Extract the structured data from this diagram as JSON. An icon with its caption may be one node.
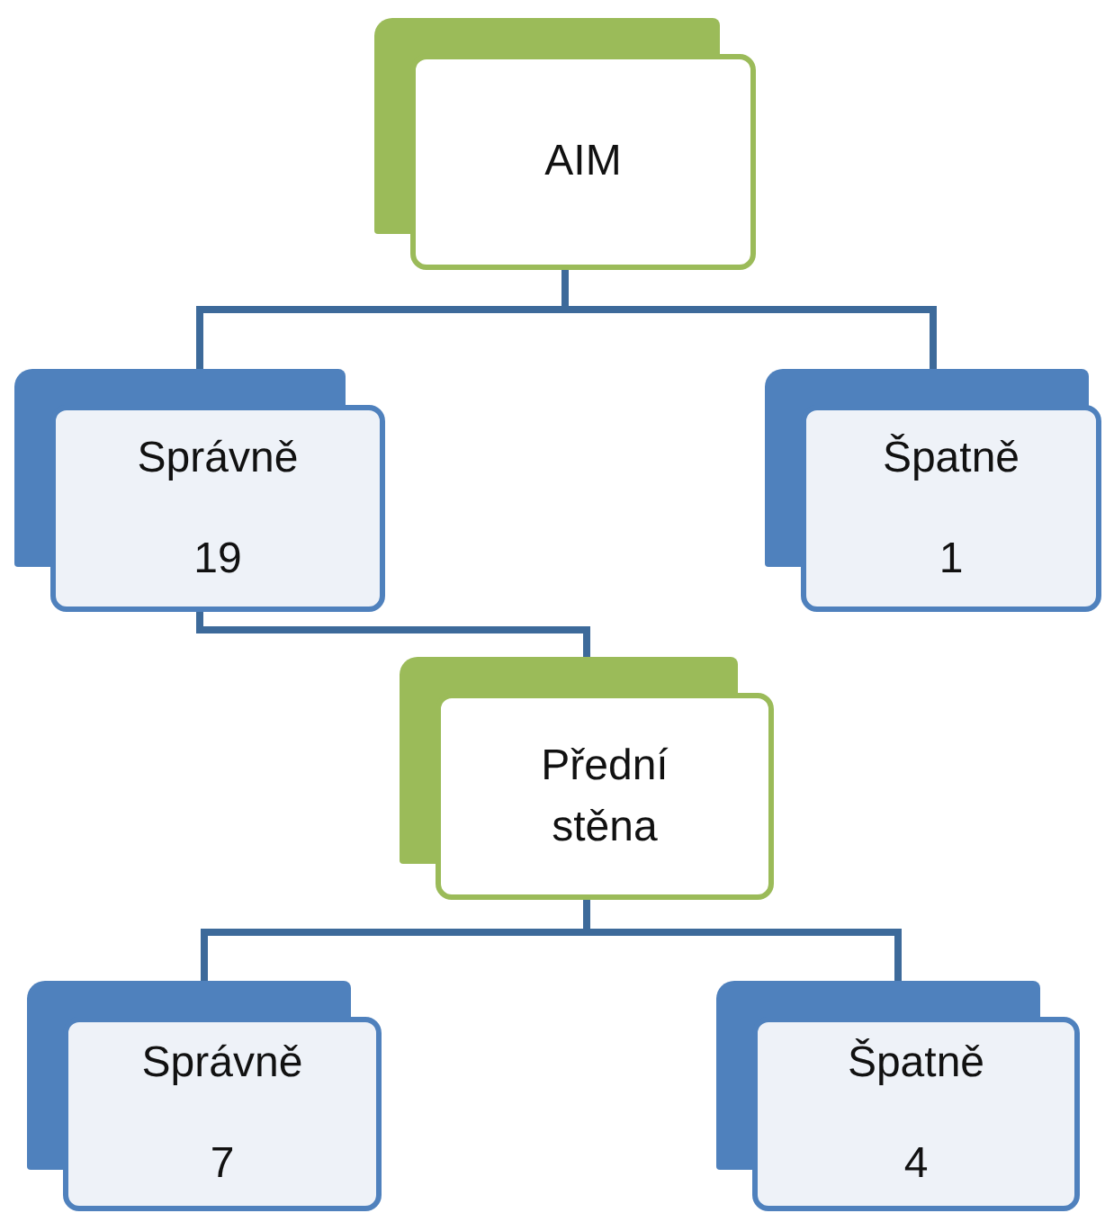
{
  "diagram": {
    "nodes": [
      {
        "text": [
          "AIM"
        ]
      },
      {
        "text": [
          "Správně",
          "19"
        ]
      },
      {
        "text": [
          "Špatně",
          "1"
        ]
      },
      {
        "text": [
          "Přední stěna"
        ]
      },
      {
        "text": [
          "Správně",
          "7"
        ]
      },
      {
        "text": [
          "Špatně",
          "4"
        ]
      }
    ],
    "edges": [
      {
        "from": 0,
        "to": 1,
        "arrow": "none"
      },
      {
        "from": 0,
        "to": 2,
        "arrow": "none"
      },
      {
        "from": 1,
        "to": 3,
        "arrow": "none"
      },
      {
        "from": 3,
        "to": 4,
        "arrow": "none"
      },
      {
        "from": 3,
        "to": 5,
        "arrow": "none"
      }
    ]
  }
}
